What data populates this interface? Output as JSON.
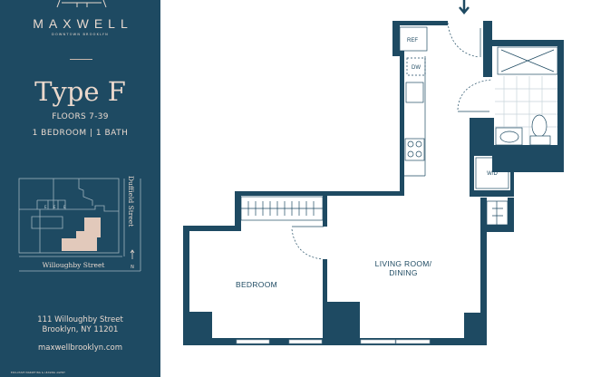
{
  "brand": {
    "name": "MAXWELL",
    "tagline": "DOWNTOWN BROOKLYN"
  },
  "unit": {
    "type": "Type F",
    "floors": "FLOORS 7-39",
    "layout": "1 BEDROOM | 1 BATH"
  },
  "keyplan": {
    "street_bottom": "Willoughby Street",
    "street_right": "Duffield Street",
    "north": "N",
    "elevator_label": "E"
  },
  "address": {
    "line1": "111 Willoughby Street",
    "line2": "Brooklyn, NY 11201",
    "website": "maxwellbrooklyn.com"
  },
  "footer": "EXCLUSIVE MARKETING & LEASING AGENT",
  "plan": {
    "rooms": {
      "bedroom": "BEDROOM",
      "living_line1": "LIVING ROOM/",
      "living_line2": "DINING"
    },
    "fixtures": {
      "ref": "REF",
      "dw": "DW",
      "wd": "W/D"
    }
  },
  "colors": {
    "navy": "#1e4a62",
    "accent": "#e8d9cf",
    "keyplan_highlight": "#e2c9bb"
  }
}
